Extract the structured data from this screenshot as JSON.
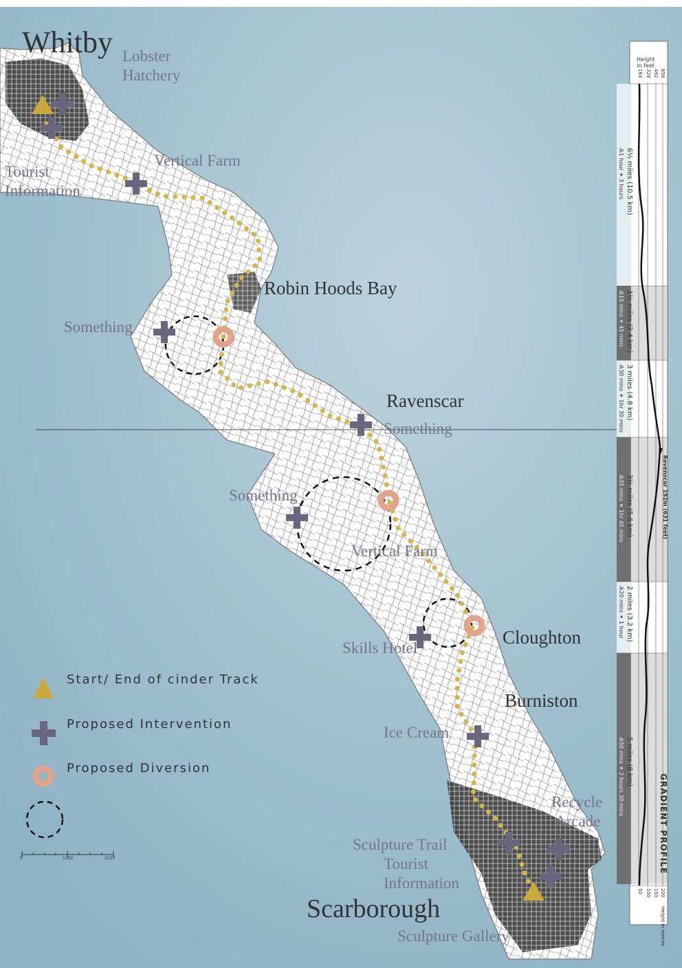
{
  "towns": {
    "whitby": "Whitby",
    "robin_hoods_bay": "Robin Hoods Bay",
    "ravenscar": "Ravenscar",
    "cloughton": "Cloughton",
    "burniston": "Burniston",
    "scarborough": "Scarborough"
  },
  "places": {
    "lobster_hatchery": [
      "Lobster",
      "Hatchery"
    ],
    "tourist_information_north": [
      "Tourist",
      "Information"
    ],
    "vertical_farm_north": "Vertical Farm",
    "something_1": "Something",
    "something_2": "Something",
    "something_3": "Something",
    "vertical_farm_south": "Vertical Farm",
    "skills_hotel": "Skills Hotel",
    "ice_cream": "Ice Cream",
    "recycle_arcade": [
      "Recycle",
      "Arcade"
    ],
    "sculpture_trail": "Sculpture Trail",
    "tourist_information_south": [
      "Tourist",
      "Information"
    ],
    "sculpture_gallery": "Sculpture Gallery"
  },
  "legend": {
    "start_end": "Start/ End of cinder Track",
    "intervention": "Proposed Intervention",
    "diversion": "Proposed Diversion",
    "circle": ""
  },
  "scale_bar": {
    "ticks": [
      "0",
      "1250",
      "2500"
    ]
  },
  "gradient_profile": {
    "title": "GRADIENT PROFILE",
    "top_axis_title": [
      "Height",
      "in feet"
    ],
    "top_axis_ticks": [
      "656",
      "492",
      "328",
      "164"
    ],
    "bottom_axis_title": [
      "Height in",
      "metres"
    ],
    "bottom_axis_ticks": [
      "200",
      "150",
      "100",
      "50"
    ],
    "peak_label": "Ravenscar 192m (631 feet)",
    "segments": [
      {
        "distance": "6½ miles (10.5 km)",
        "times": "♶1 hour   ✶ 3 hours"
      },
      {
        "distance": "1½ miles (2.4 km)",
        "times": "♶15 mins ✶ 45 mins"
      },
      {
        "distance": "3 miles (4.8 km)",
        "times": "♶30 mins ✶ 1hr 30 mins"
      },
      {
        "distance": "3½ miles (5.6 km)",
        "times": "♶35 mins ✶ 1hr 45 mins"
      },
      {
        "distance": "2 miles (3.2 km)",
        "times": "♶20 mins ✶ 1 hour"
      },
      {
        "distance": "5 miles (8 km)",
        "times": "♶50 mins ✶ 2 hours 30 mins"
      }
    ]
  },
  "colors": {
    "sea": "#a9c6d4",
    "route": "#d4b64a",
    "intervention": "#6b6680",
    "diversion": "#e0a48a",
    "start": "#c9a93e"
  }
}
